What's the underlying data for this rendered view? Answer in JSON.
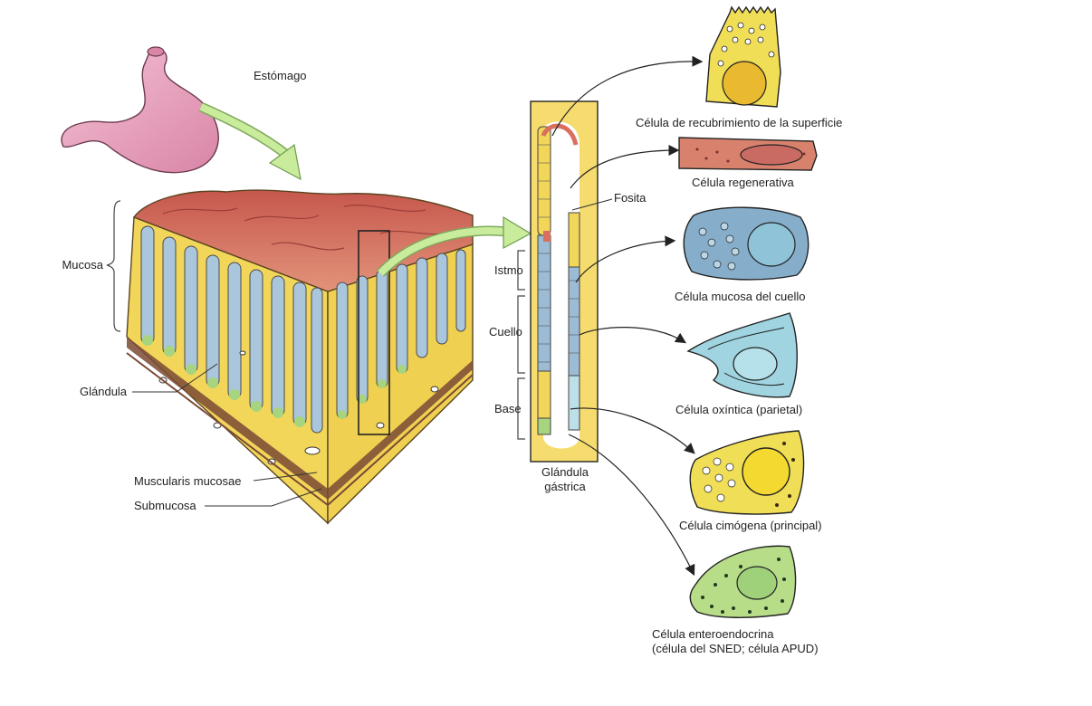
{
  "labels": {
    "stomach": "Estómago",
    "mucosa": "Mucosa",
    "gland": "Glándula",
    "muscularis": "Muscularis mucosae",
    "submucosa": "Submucosa",
    "fosita": "Fosita",
    "istmo": "Istmo",
    "cuello": "Cuello",
    "base": "Base",
    "gastric_gland_line1": "Glándula",
    "gastric_gland_line2": "gástrica"
  },
  "cells": [
    {
      "name": "surface-lining-cell",
      "label": "Célula de recubrimiento de la superficie",
      "body_color": "#f1de57",
      "nucleus_color": "#e9b930"
    },
    {
      "name": "regenerative-cell",
      "label": "Célula regenerativa",
      "body_color": "#d8826e",
      "nucleus_color": "#c96a63"
    },
    {
      "name": "mucous-neck-cell",
      "label": "Célula mucosa del cuello",
      "body_color": "#86aecb",
      "nucleus_color": "#8fc3d8"
    },
    {
      "name": "parietal-cell",
      "label": "Célula oxíntica (parietal)",
      "body_color": "#9fd4e0",
      "nucleus_color": "#b6e1ea"
    },
    {
      "name": "chief-cell",
      "label": "Célula cimógena (principal)",
      "body_color": "#f1de57",
      "nucleus_color": "#f4d930"
    },
    {
      "name": "enteroendocrine-cell",
      "label_line1": "Célula enteroendocrina",
      "label_line2": "(célula del SNED; célula APUD)",
      "body_color": "#b8dd88",
      "nucleus_color": "#9fd07a"
    }
  ],
  "colors": {
    "mucosa_top": "#d9705f",
    "tissue_yellow": "#f2d65a",
    "gland_blue": "#9cbcd6",
    "muscle_brown": "#7a4a35",
    "arrow_green": "#b9e38a",
    "stomach_pink": "#e9a3bd"
  }
}
